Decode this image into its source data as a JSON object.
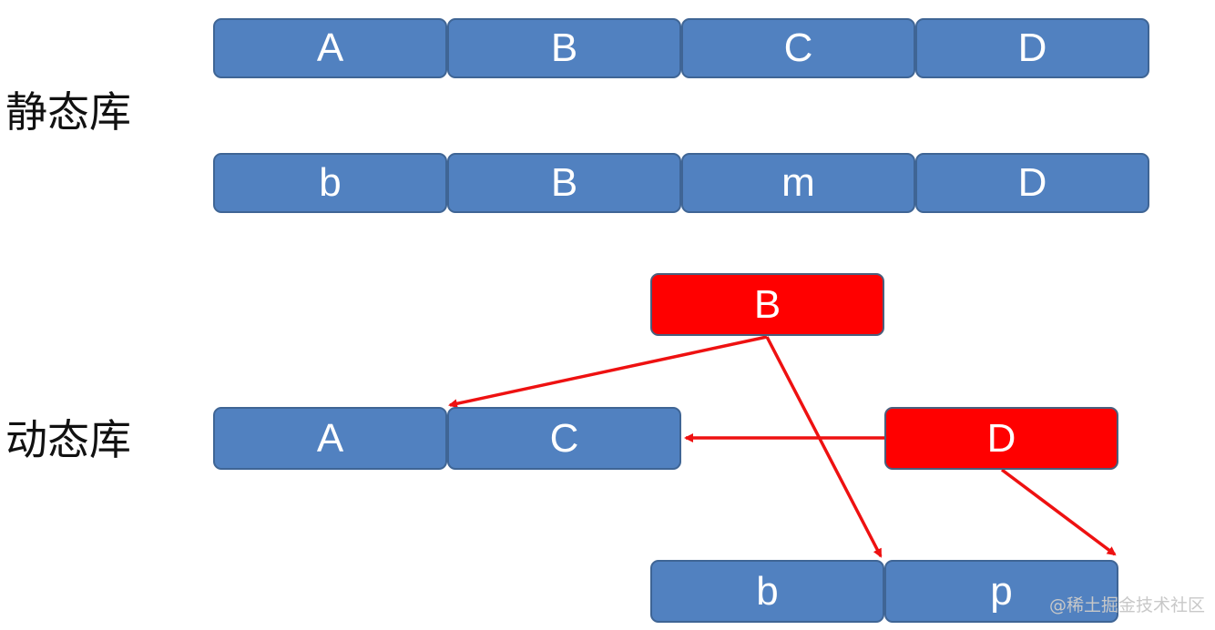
{
  "static_section": {
    "label": "静态库",
    "row1": [
      "A",
      "B",
      "C",
      "D"
    ],
    "row2": [
      "b",
      "B",
      "m",
      "D"
    ]
  },
  "dynamic_section": {
    "label": "动态库",
    "red_boxes": [
      "B",
      "D"
    ],
    "main_row": [
      "A",
      "C"
    ],
    "bottom_row": [
      "b",
      "p"
    ]
  },
  "colors": {
    "module_blue": "#5181c0",
    "module_red": "#ff0000",
    "arrow": "#ee1111"
  },
  "watermark": "@稀土掘金技术社区"
}
